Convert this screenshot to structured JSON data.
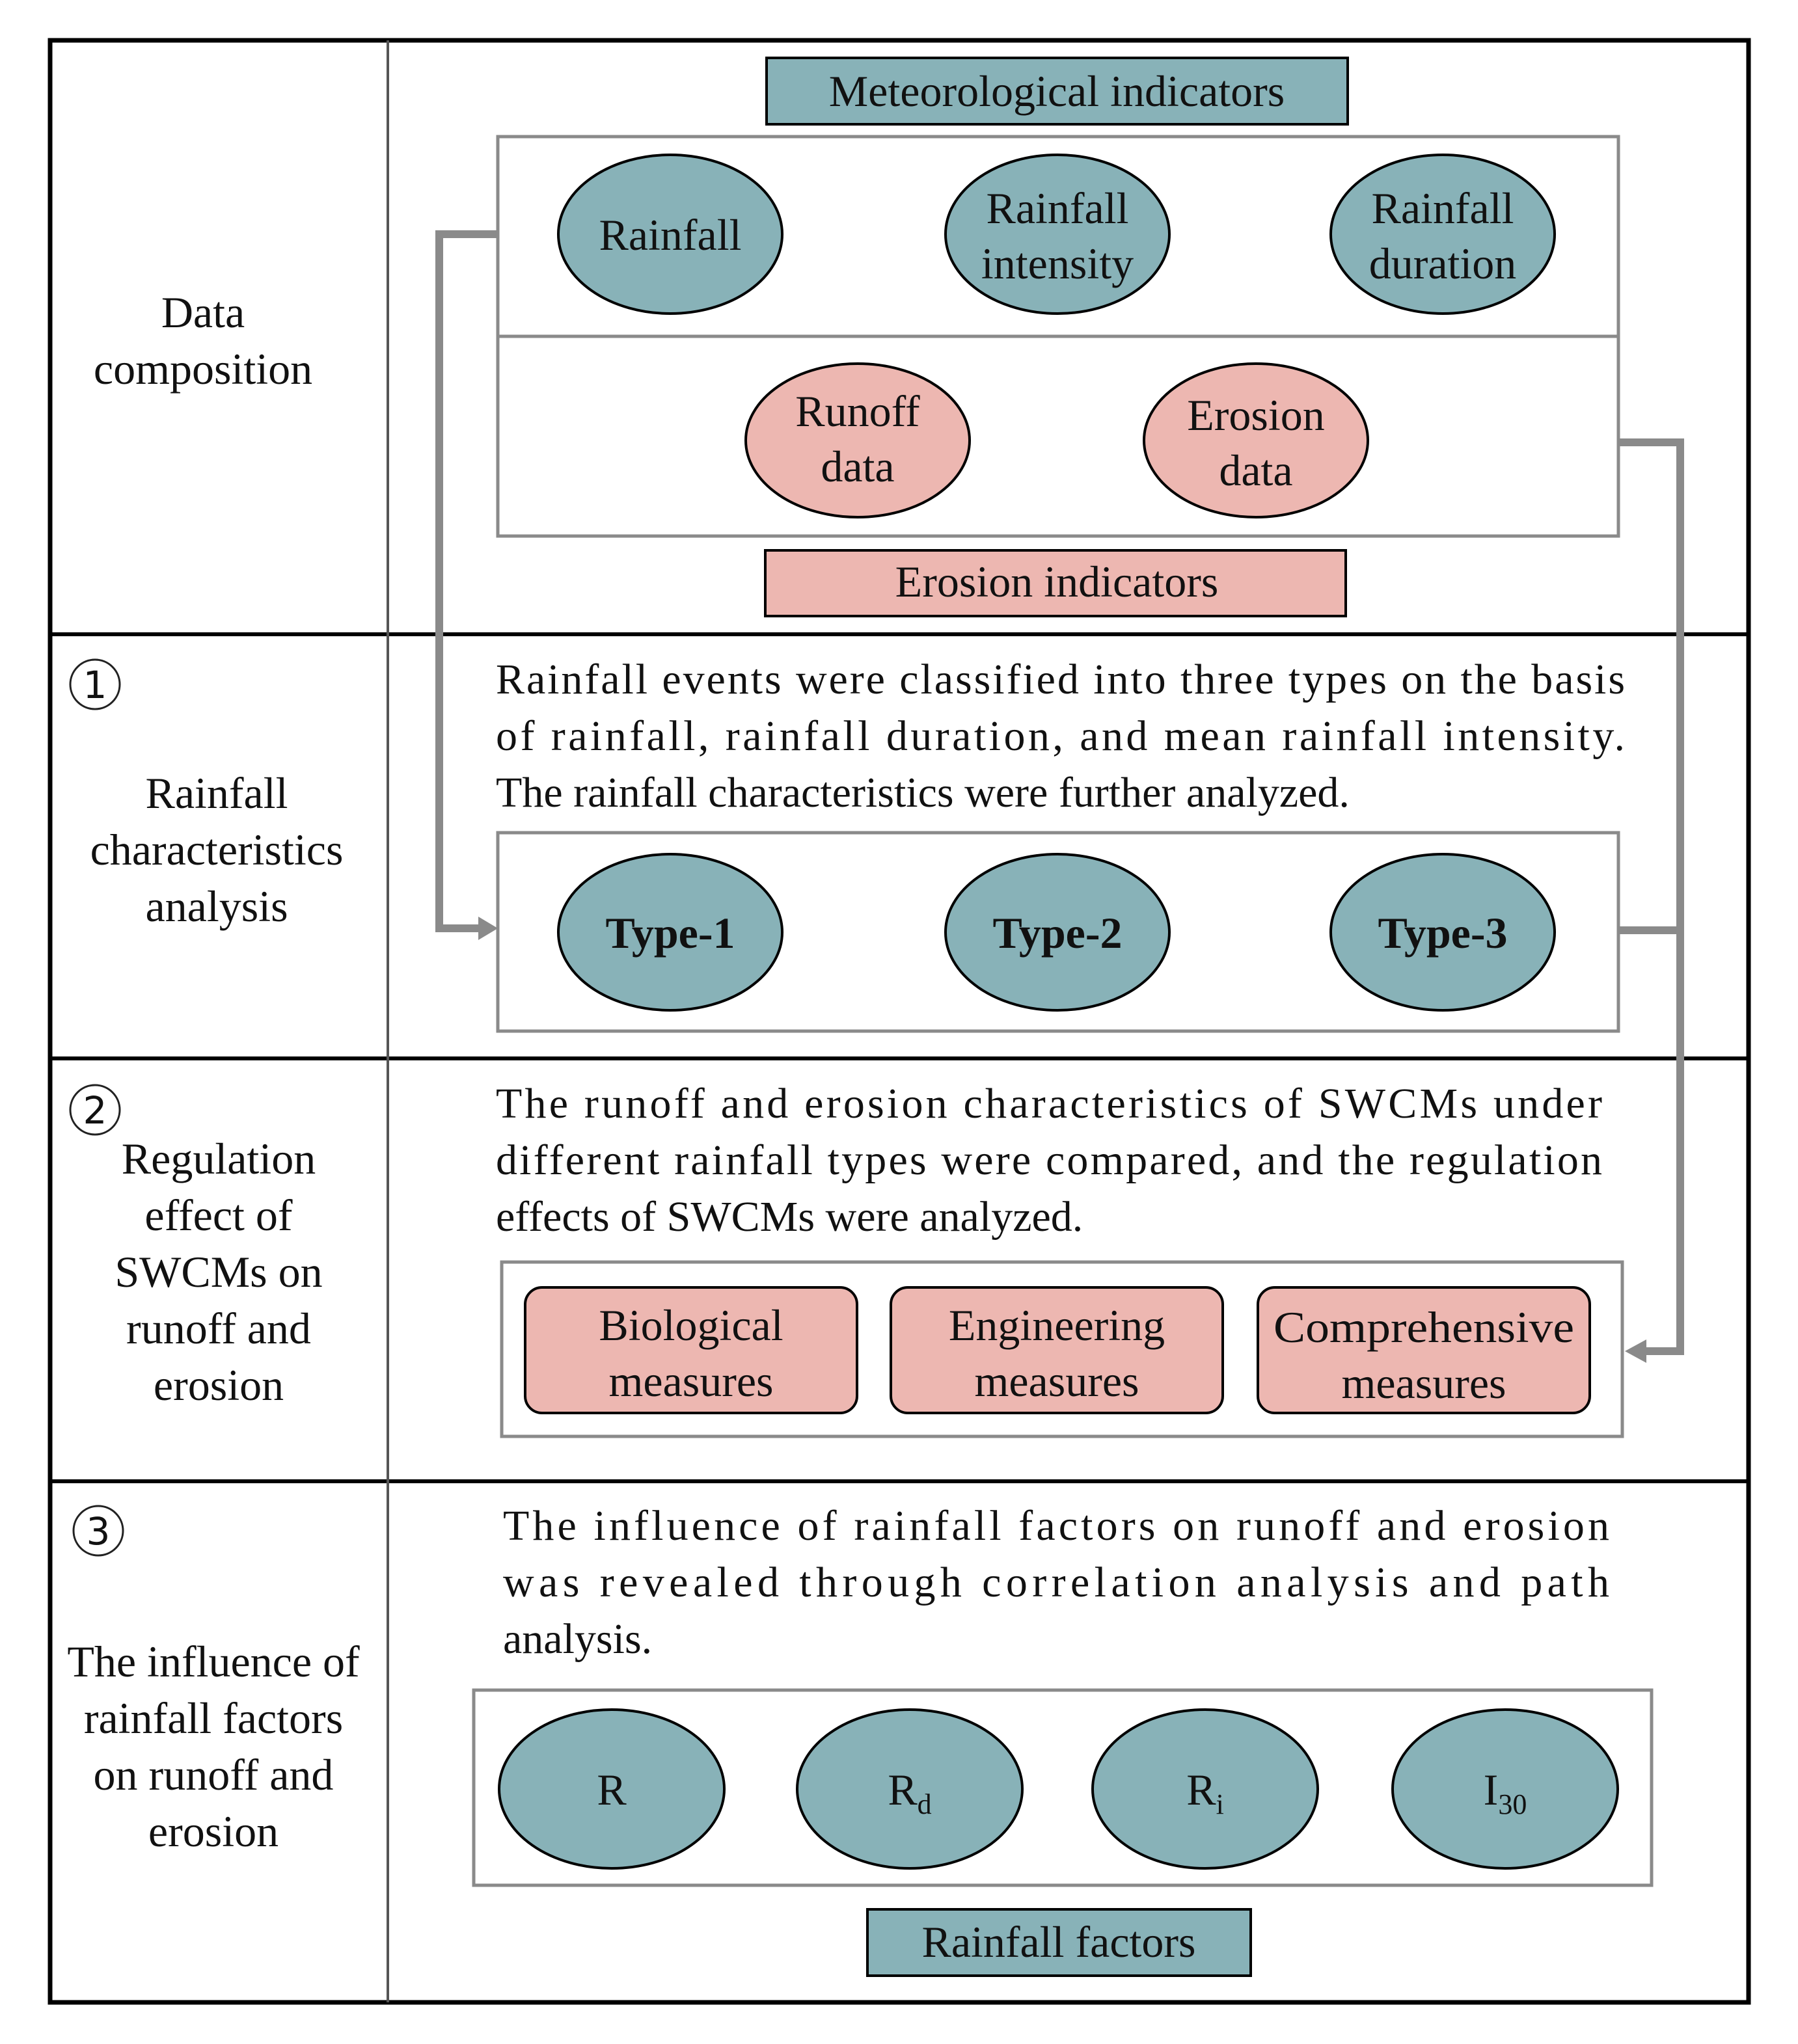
{
  "colors": {
    "teal": "#88B2B8",
    "pink": "#EDB7B1",
    "border": "#000000",
    "panel_border": "#8A8A8A",
    "arrow": "#8A8A8A"
  },
  "rows": [
    {
      "label_lines": [
        "Data",
        "composition"
      ]
    },
    {
      "number": "1",
      "label_lines": [
        "Rainfall",
        "characteristics",
        "analysis"
      ]
    },
    {
      "number": "2",
      "label_lines": [
        "Regulation",
        "effect of",
        "SWCMs on",
        "runoff and",
        "erosion"
      ]
    },
    {
      "number": "3",
      "label_lines": [
        "The influence of",
        "rainfall factors",
        "on runoff and",
        "erosion"
      ]
    }
  ],
  "data_composition": {
    "meteorological_title": "Meteorological indicators",
    "meteorological_items": [
      {
        "lines": [
          "Rainfall"
        ]
      },
      {
        "lines": [
          "Rainfall",
          "intensity"
        ]
      },
      {
        "lines": [
          "Rainfall",
          "duration"
        ]
      }
    ],
    "erosion_items": [
      {
        "lines": [
          "Runoff",
          "data"
        ]
      },
      {
        "lines": [
          "Erosion",
          "data"
        ]
      }
    ],
    "erosion_title": "Erosion indicators"
  },
  "rainfall_analysis": {
    "text_lines": [
      "Rainfall events were classified into three types on the basis",
      "of rainfall, rainfall duration, and mean rainfall intensity.",
      "The rainfall characteristics were further analyzed."
    ],
    "types": [
      "Type-1",
      "Type-2",
      "Type-3"
    ]
  },
  "regulation": {
    "text_lines": [
      "The runoff and erosion characteristics of SWCMs under",
      "different rainfall types were compared, and the regulation",
      "effects of SWCMs were analyzed."
    ],
    "measures": [
      {
        "lines": [
          "Biological",
          "measures"
        ]
      },
      {
        "lines": [
          "Engineering",
          "measures"
        ]
      },
      {
        "lines": [
          "Comprehensive",
          "measures"
        ]
      }
    ]
  },
  "influence": {
    "text_lines": [
      "The influence of rainfall factors on runoff and erosion",
      "was revealed through correlation analysis and path",
      "analysis."
    ],
    "factors": [
      {
        "base": "R",
        "sub": ""
      },
      {
        "base": "R",
        "sub": "d"
      },
      {
        "base": "R",
        "sub": "i"
      },
      {
        "base": "I",
        "sub": "30"
      }
    ],
    "factors_title": "Rainfall factors"
  }
}
